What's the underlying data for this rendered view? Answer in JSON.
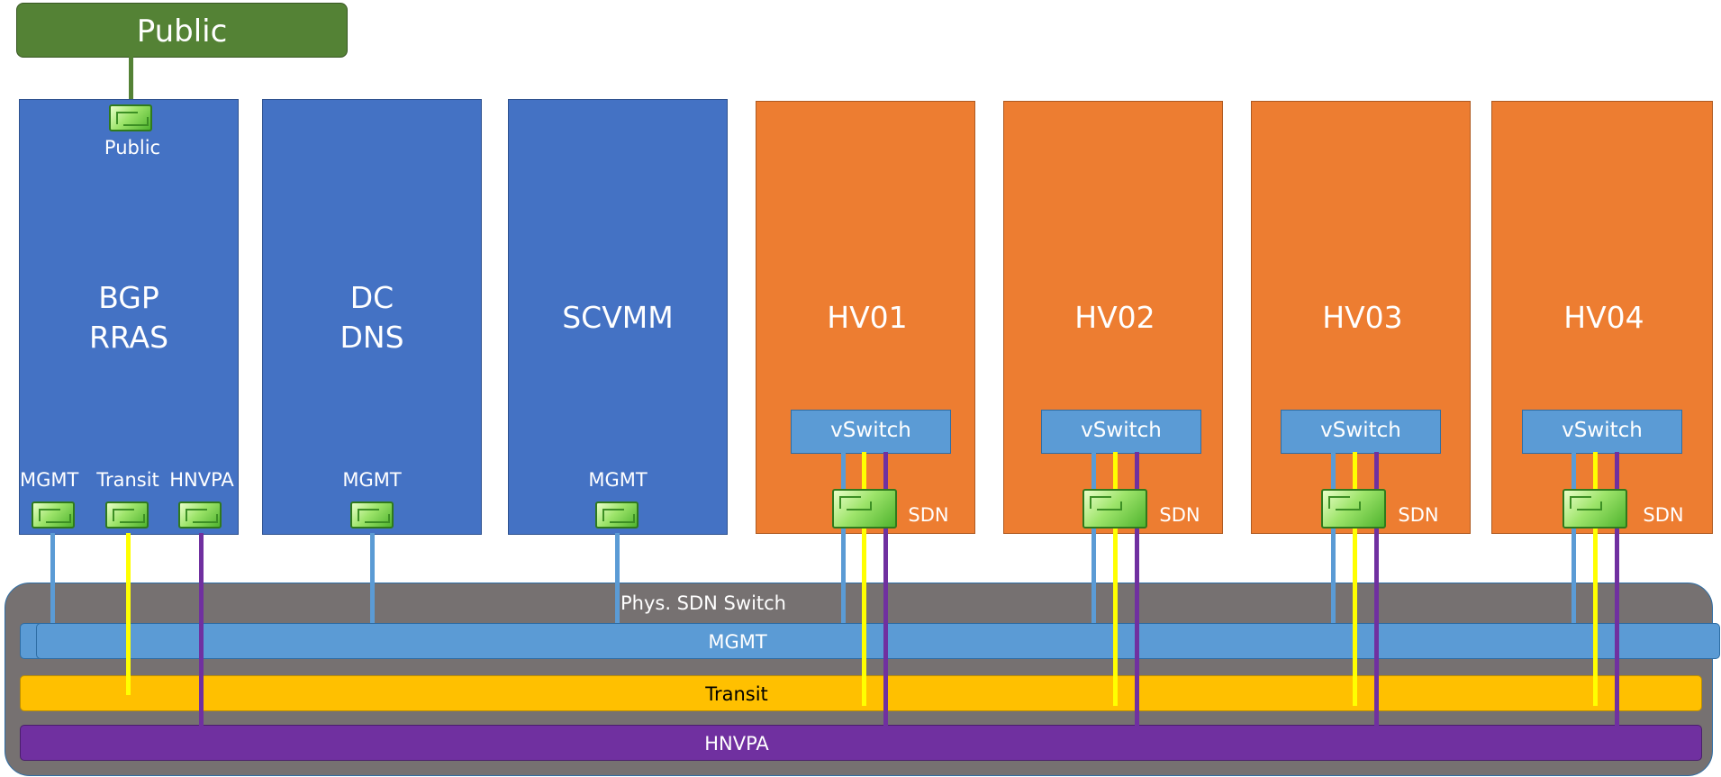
{
  "public_network": {
    "label": "Public"
  },
  "servers": [
    {
      "id": "bgp-rras",
      "title_lines": [
        "BGP",
        "RRAS"
      ],
      "top_nic_label": "Public",
      "nic_labels": [
        "MGMT",
        "Transit",
        "HNVPA"
      ]
    },
    {
      "id": "dc-dns",
      "title_lines": [
        "DC",
        "DNS"
      ],
      "nic_labels": [
        "MGMT"
      ]
    },
    {
      "id": "scvmm",
      "title_lines": [
        "SCVMM"
      ],
      "nic_labels": [
        "MGMT"
      ]
    }
  ],
  "hosts": [
    {
      "id": "hv01",
      "title": "HV01",
      "vswitch": "vSwitch",
      "nic_label": "SDN"
    },
    {
      "id": "hv02",
      "title": "HV02",
      "vswitch": "vSwitch",
      "nic_label": "SDN"
    },
    {
      "id": "hv03",
      "title": "HV03",
      "vswitch": "vSwitch",
      "nic_label": "SDN"
    },
    {
      "id": "hv04",
      "title": "HV04",
      "vswitch": "vSwitch",
      "nic_label": "SDN"
    }
  ],
  "physical_switch": {
    "label": "Phys. SDN Switch",
    "networks": [
      {
        "id": "mgmt",
        "label": "MGMT",
        "color": "#5B9BD5"
      },
      {
        "id": "transit",
        "label": "Transit",
        "color": "#FFC000"
      },
      {
        "id": "hnvpa",
        "label": "HNVPA",
        "color": "#7030A0"
      }
    ]
  },
  "colors": {
    "server_blue": "#4472C4",
    "host_orange": "#ED7D31",
    "public_green": "#548235",
    "switch_gray": "#767171",
    "mgmt_line": "#5B9BD5",
    "transit_line": "#FFFF00",
    "hnvpa_line": "#7030A0"
  },
  "icons": {
    "network_adapter": "nic-card-icon"
  }
}
